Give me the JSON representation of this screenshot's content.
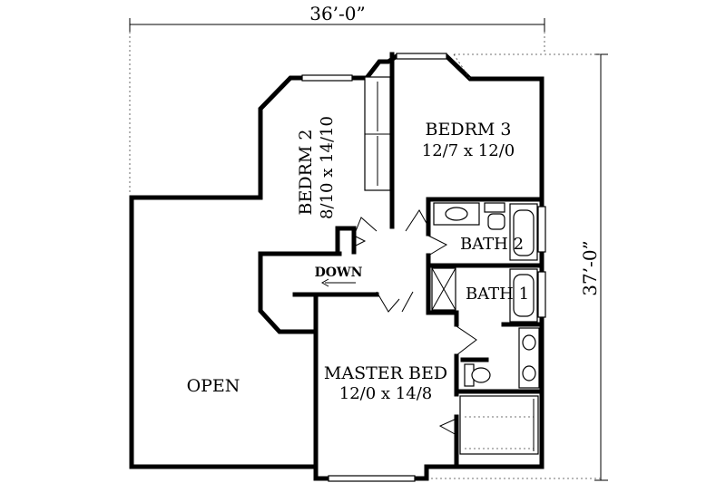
{
  "dimensions": {
    "width_label": "36’-0”",
    "depth_label": "37’-0”"
  },
  "rooms": {
    "bedroom3": {
      "name": "BEDRM 3",
      "size": "12/7 x 12/0"
    },
    "bedroom2": {
      "name": "BEDRM 2",
      "size": "8/10 x 14/10"
    },
    "bath2": {
      "name": "BATH 2"
    },
    "bath1": {
      "name": "BATH 1"
    },
    "master": {
      "name": "MASTER BED",
      "size": "12/0 x 14/8"
    },
    "open": {
      "name": "OPEN"
    }
  },
  "stairs": {
    "label": "DOWN"
  }
}
